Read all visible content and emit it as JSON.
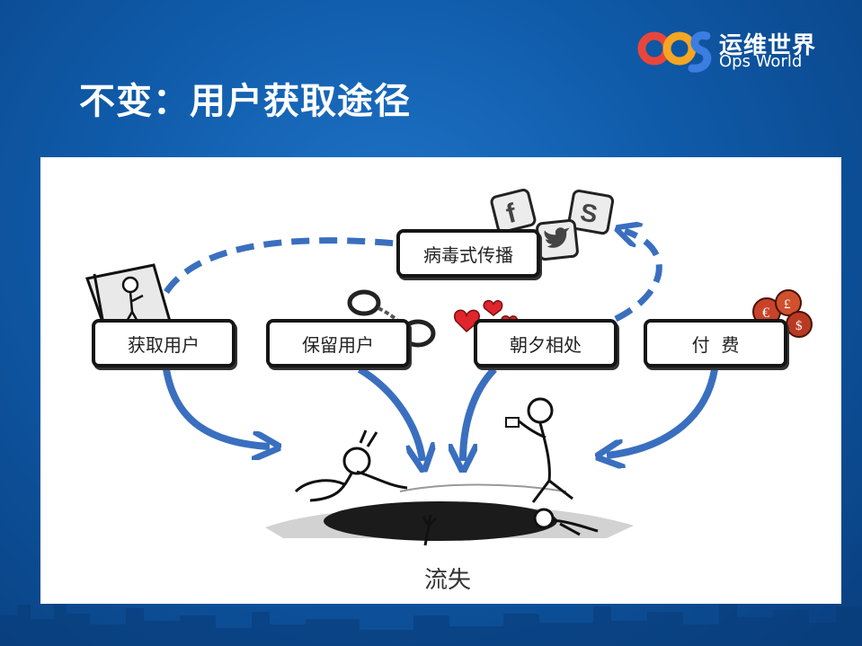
{
  "slide": {
    "title": "不变：用户获取途径"
  },
  "logo": {
    "name_cn": "运维世界",
    "name_en": "Ops World",
    "colors": [
      "#e8463c",
      "#f5a623",
      "#3b7de0"
    ]
  },
  "diagram": {
    "nodes": {
      "acquire": "获取用户",
      "retain": "保留用户",
      "engage": "朝夕相处",
      "pay": "付  费",
      "viral": "病毒式传播"
    },
    "sink_label": "流失",
    "arrow_color": "#3a6fbf",
    "icons": [
      "door-figure-icon",
      "handcuffs-icon",
      "hearts-icon",
      "coins-icon",
      "facebook-icon",
      "twitter-icon",
      "skype-icon"
    ]
  }
}
